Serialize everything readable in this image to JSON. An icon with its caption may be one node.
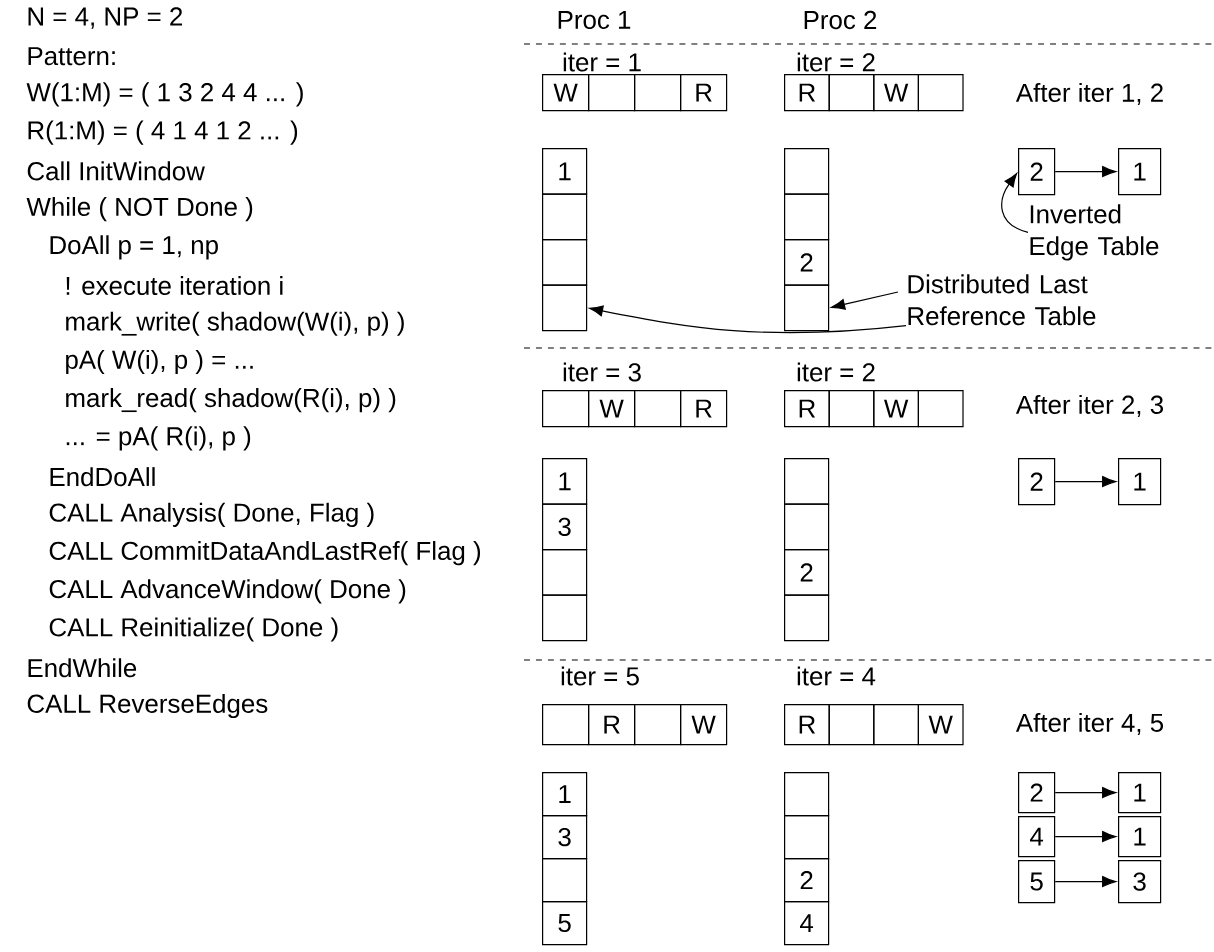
{
  "diagram": {
    "nodes": [
      {
        "text": [
          "W"
        ]
      },
      {
        "text": [],
        "shape": "box"
      },
      {
        "text": [],
        "shape": "box"
      },
      {
        "text": [
          "R"
        ]
      },
      {
        "text": [
          "R"
        ]
      },
      {
        "text": [],
        "shape": "box"
      },
      {
        "text": [
          "W"
        ]
      },
      {
        "text": [],
        "shape": "box"
      },
      {
        "text": [
          "1"
        ]
      },
      {
        "text": [],
        "shape": "box"
      },
      {
        "text": [],
        "shape": "box"
      },
      {
        "text": [],
        "shape": "box"
      },
      {
        "text": [],
        "shape": "box"
      },
      {
        "text": [],
        "shape": "box"
      },
      {
        "text": [
          "2"
        ]
      },
      {
        "text": [],
        "shape": "box"
      },
      {
        "text": [
          "2"
        ]
      },
      {
        "text": [
          "1"
        ]
      },
      {
        "text": [
          "Inverted Edge Table"
        ]
      },
      {
        "text": [
          "Distributed Last Reference Table"
        ]
      },
      {
        "text": [],
        "shape": "box"
      },
      {
        "text": [
          "W"
        ]
      },
      {
        "text": [],
        "shape": "box"
      },
      {
        "text": [
          "R"
        ]
      },
      {
        "text": [
          "R"
        ]
      },
      {
        "text": [],
        "shape": "box"
      },
      {
        "text": [
          "W"
        ]
      },
      {
        "text": [],
        "shape": "box"
      },
      {
        "text": [
          "1"
        ]
      },
      {
        "text": [
          "3"
        ]
      },
      {
        "text": [],
        "shape": "box"
      },
      {
        "text": [],
        "shape": "box"
      },
      {
        "text": [],
        "shape": "box"
      },
      {
        "text": [],
        "shape": "box"
      },
      {
        "text": [
          "2"
        ]
      },
      {
        "text": [],
        "shape": "box"
      },
      {
        "text": [
          "2"
        ]
      },
      {
        "text": [
          "1"
        ]
      },
      {
        "text": [],
        "shape": "box"
      },
      {
        "text": [
          "R"
        ]
      },
      {
        "text": [],
        "shape": "box"
      },
      {
        "text": [
          "W"
        ]
      },
      {
        "text": [
          "R"
        ]
      },
      {
        "text": [],
        "shape": "box"
      },
      {
        "text": [],
        "shape": "box"
      },
      {
        "text": [
          "W"
        ]
      },
      {
        "text": [
          "1"
        ]
      },
      {
        "text": [
          "3"
        ]
      },
      {
        "text": [],
        "shape": "box"
      },
      {
        "text": [
          "5"
        ]
      },
      {
        "text": [],
        "shape": "box"
      },
      {
        "text": [],
        "shape": "box"
      },
      {
        "text": [
          "2"
        ]
      },
      {
        "text": [
          "4"
        ]
      },
      {
        "text": [
          "2"
        ]
      },
      {
        "text": [
          "1"
        ]
      },
      {
        "text": [
          "4"
        ]
      },
      {
        "text": [
          "1"
        ]
      },
      {
        "text": [
          "5"
        ]
      },
      {
        "text": [
          "3"
        ]
      }
    ],
    "edges": [
      {
        "from": 16,
        "to": 17,
        "arrow": "to"
      },
      {
        "from": 18,
        "to": 16,
        "arrow": "to"
      },
      {
        "from": 19,
        "to": 15,
        "arrow": "to"
      },
      {
        "from": 19,
        "to": 11,
        "arrow": "to"
      },
      {
        "from": 36,
        "to": 37,
        "arrow": "to"
      },
      {
        "from": 54,
        "to": 55,
        "arrow": "to"
      },
      {
        "from": 56,
        "to": 57,
        "arrow": "to"
      },
      {
        "from": 58,
        "to": 59,
        "arrow": "to"
      }
    ],
    "labels": [
      "N = 4, NP = 2",
      "Pattern:",
      "W(1:M) = ( 1 3 2 4 4 ... )",
      "R(1:M) = ( 4 1 4 1 2 ... )",
      "Call InitWindow",
      "While ( NOT Done )",
      "DoAll p = 1, np",
      "! execute iteration i",
      "mark_write( shadow(W(i), p) )",
      "pA( W(i), p ) = ...",
      "mark_read( shadow(R(i), p) )",
      "... = pA( R(i), p )",
      "EndDoAll",
      "CALL Analysis( Done, Flag )",
      "CALL CommitDataAndLastRef( Flag )",
      "CALL AdvanceWindow( Done )",
      "CALL Reinitialize( Done )",
      "EndWhile",
      "CALL ReverseEdges",
      "Proc 1",
      "Proc 2",
      "iter = 1",
      "iter = 2",
      "After iter 1, 2",
      "iter = 3",
      "iter = 2",
      "After iter 2, 3",
      "iter = 5",
      "iter = 4",
      "After iter 4, 5"
    ]
  }
}
